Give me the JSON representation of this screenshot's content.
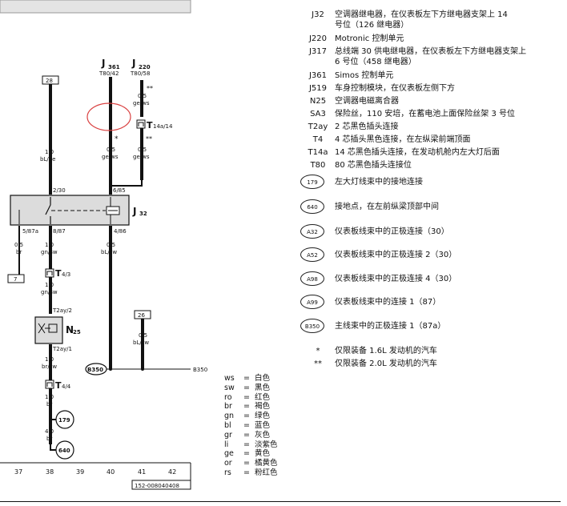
{
  "diagram": {
    "components": {
      "j361_label": "J",
      "j361_sub": "361",
      "j361_pin": "T80/42",
      "j361_mark": "*",
      "j220_label": "J",
      "j220_sub": "220",
      "j220_pin": "T80/58",
      "j220_mark": "**",
      "j32_label": "J",
      "j32_sub": "32",
      "n25_label": "N",
      "n25_sub": "25"
    },
    "boxes": {
      "box_28": "28",
      "box_26": "26",
      "box_7": "7"
    },
    "wires": {
      "w28_size": "1.0",
      "w28_color": "bL/ge",
      "w_j361_size": "0.5",
      "w_j361_color": "ge/ws",
      "w_j220a_size": "0.5",
      "w_j220a_color": "ge/ws",
      "t14a_label": "T",
      "t14a_sub": "14a/14",
      "t14a_mark": "**",
      "w_j220b_size": "0.5",
      "w_j220b_color": "ge/ws",
      "pin_2_30": "2/30",
      "pin_6_85": "6/85",
      "pin_5_87a": "5/87a",
      "pin_8_87": "8/87",
      "pin_4_86": "4/86",
      "w_br_size": "0.5",
      "w_br_color": "br",
      "w_gnsw_size": "1.0",
      "w_gnsw_color": "gn/sw",
      "w_blsw_size": "0.5",
      "w_blsw_color": "bL/sw",
      "t43_label": "T",
      "t43_sub": "4/3",
      "w_gnsw2_size": "1.0",
      "w_gnsw2_color": "gn/sw",
      "t2ay2": "T2ay/2",
      "t2ay1": "T2ay/1",
      "w26_size": "0.5",
      "w26_color": "bL/sw",
      "w_brsw_size": "1.0",
      "w_brsw_color": "br/sw",
      "t44_label": "T",
      "t44_sub": "4/4",
      "w_br2_size": "1.0",
      "w_br2_color": "br",
      "w_br3_size": "4.0",
      "w_br3_color": "br",
      "b350_node": "B350",
      "b350_line": "B350",
      "gnd_179": "179",
      "gnd_640": "640"
    },
    "columns": [
      "37",
      "38",
      "39",
      "40",
      "41",
      "42"
    ],
    "doc_number": "152-008040408"
  },
  "legend": [
    {
      "code": "J32",
      "desc": "空调器继电器，在仪表板左下方继电器支架上 14",
      "desc2": "号位（126 继电器）"
    },
    {
      "code": "J220",
      "desc": "Motronic 控制单元"
    },
    {
      "code": "J317",
      "desc": "总线端 30 供电继电器，在仪表板左下方继电器支架上",
      "desc2": "6 号位（458 继电器）"
    },
    {
      "code": "J361",
      "desc": "Simos 控制单元"
    },
    {
      "code": "J519",
      "desc": "车身控制模块，在仪表板左侧下方"
    },
    {
      "code": "N25",
      "desc": "空调器电磁离合器"
    },
    {
      "code": "SA3",
      "desc": "保险丝，110 安培，在蓄电池上面保险丝架 3 号位"
    },
    {
      "code": "T2ay",
      "desc": "2 芯黑色插头连接"
    },
    {
      "code": "T4",
      "desc": "4 芯插头黑色连接，在左纵梁前端顶面"
    },
    {
      "code": "T14a",
      "desc": "14 芯黑色插头连接，在发动机舱内左大灯后面"
    },
    {
      "code": "T80",
      "desc": "80 芯黑色插头连接位"
    }
  ],
  "circle_legend": [
    {
      "code": "179",
      "desc": "左大灯线束中的接地连接"
    },
    {
      "code": "640",
      "desc": "接地点，在左前纵梁顶部中间"
    },
    {
      "code": "A32",
      "desc": "仪表板线束中的正极连接（30）"
    },
    {
      "code": "A52",
      "desc": "仪表板线束中的正极连接 2（30）"
    },
    {
      "code": "A98",
      "desc": "仪表板线束中的正极连接 4（30）"
    },
    {
      "code": "A99",
      "desc": "仪表板线束中的连接 1（87）"
    },
    {
      "code": "B350",
      "desc": "主线束中的正极连接 1（87a）"
    }
  ],
  "notes": [
    {
      "mark": "*",
      "desc": "仅限装备 1.6L 发动机的汽车"
    },
    {
      "mark": "**",
      "desc": "仅限装备 2.0L 发动机的汽车"
    }
  ],
  "color_key": [
    {
      "code": "ws",
      "name": "白色"
    },
    {
      "code": "sw",
      "name": "黑色"
    },
    {
      "code": "ro",
      "name": "红色"
    },
    {
      "code": "br",
      "name": "褐色"
    },
    {
      "code": "gn",
      "name": "绿色"
    },
    {
      "code": "bl",
      "name": "蓝色"
    },
    {
      "code": "gr",
      "name": "灰色"
    },
    {
      "code": "li",
      "name": "淡紫色"
    },
    {
      "code": "ge",
      "name": "黄色"
    },
    {
      "code": "or",
      "name": "橘黄色"
    },
    {
      "code": "rs",
      "name": "粉红色"
    }
  ],
  "color_key_eq": "=",
  "colors": {
    "line": "#111111",
    "box_fill": "#dcdcdc",
    "header_fill": "#e4e4e4",
    "annotation_red": "#d94040"
  }
}
